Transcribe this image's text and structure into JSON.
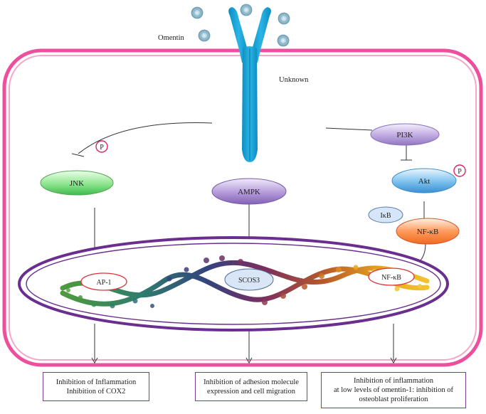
{
  "labels": {
    "omentin": "Omentin",
    "unknown": "Unknown",
    "phospho_left": "P",
    "phospho_right": "P"
  },
  "nodes": {
    "jnk": "JNK",
    "ampk": "AMPK",
    "pi3k": "PI3K",
    "akt": "Akt",
    "ikb": "IκB",
    "nfkb_cytoplasm": "NF-κB",
    "ap1": "AP-1",
    "scos3": "SCOS3",
    "nfkb_nucleus": "NF-κB"
  },
  "outcomes": {
    "left": [
      "Inhibition of Inflammation",
      "Inhibition of COX2"
    ],
    "middle": [
      "Inhibition of adhesion molecule",
      "expression and cell migration"
    ],
    "right": [
      "Inhibition of inflammation",
      "at low levels of omentin-1: inhibition of",
      "osteoblast proliferation"
    ]
  },
  "colors": {
    "cell_membrane": "#ee4f9c",
    "receptor": "#1fa6d6",
    "nucleus": "#6a2e8f",
    "jnk": "#7fe07f",
    "ampk": "#a98bd2",
    "pi3k": "#b7a0dc",
    "akt": "#6fb5ea",
    "ikb": "#cfe0f5",
    "nfkb": "#ff7a33",
    "box_border": "#7a3d96",
    "phospho_border": "#d8246a"
  }
}
